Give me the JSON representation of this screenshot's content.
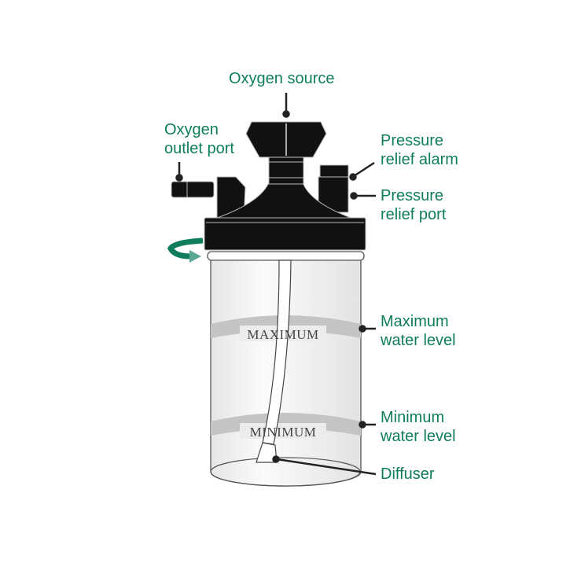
{
  "labels": {
    "oxygen_source": "Oxygen source",
    "oxygen_outlet_port": [
      "Oxygen",
      "outlet port"
    ],
    "pressure_relief_alarm": [
      "Pressure",
      "relief alarm"
    ],
    "pressure_relief_port": [
      "Pressure",
      "relief port"
    ],
    "maximum_water_level": [
      "Maximum",
      "water level"
    ],
    "minimum_water_level": [
      "Minimum",
      "water level"
    ],
    "diffuser": "Diffuser"
  },
  "bottle_marks": {
    "maximum": "MAXIMUM",
    "minimum": "MINIMUM"
  },
  "colors": {
    "label": "#0f7d5c",
    "arrow": "#5aa893",
    "body": "#111111"
  }
}
